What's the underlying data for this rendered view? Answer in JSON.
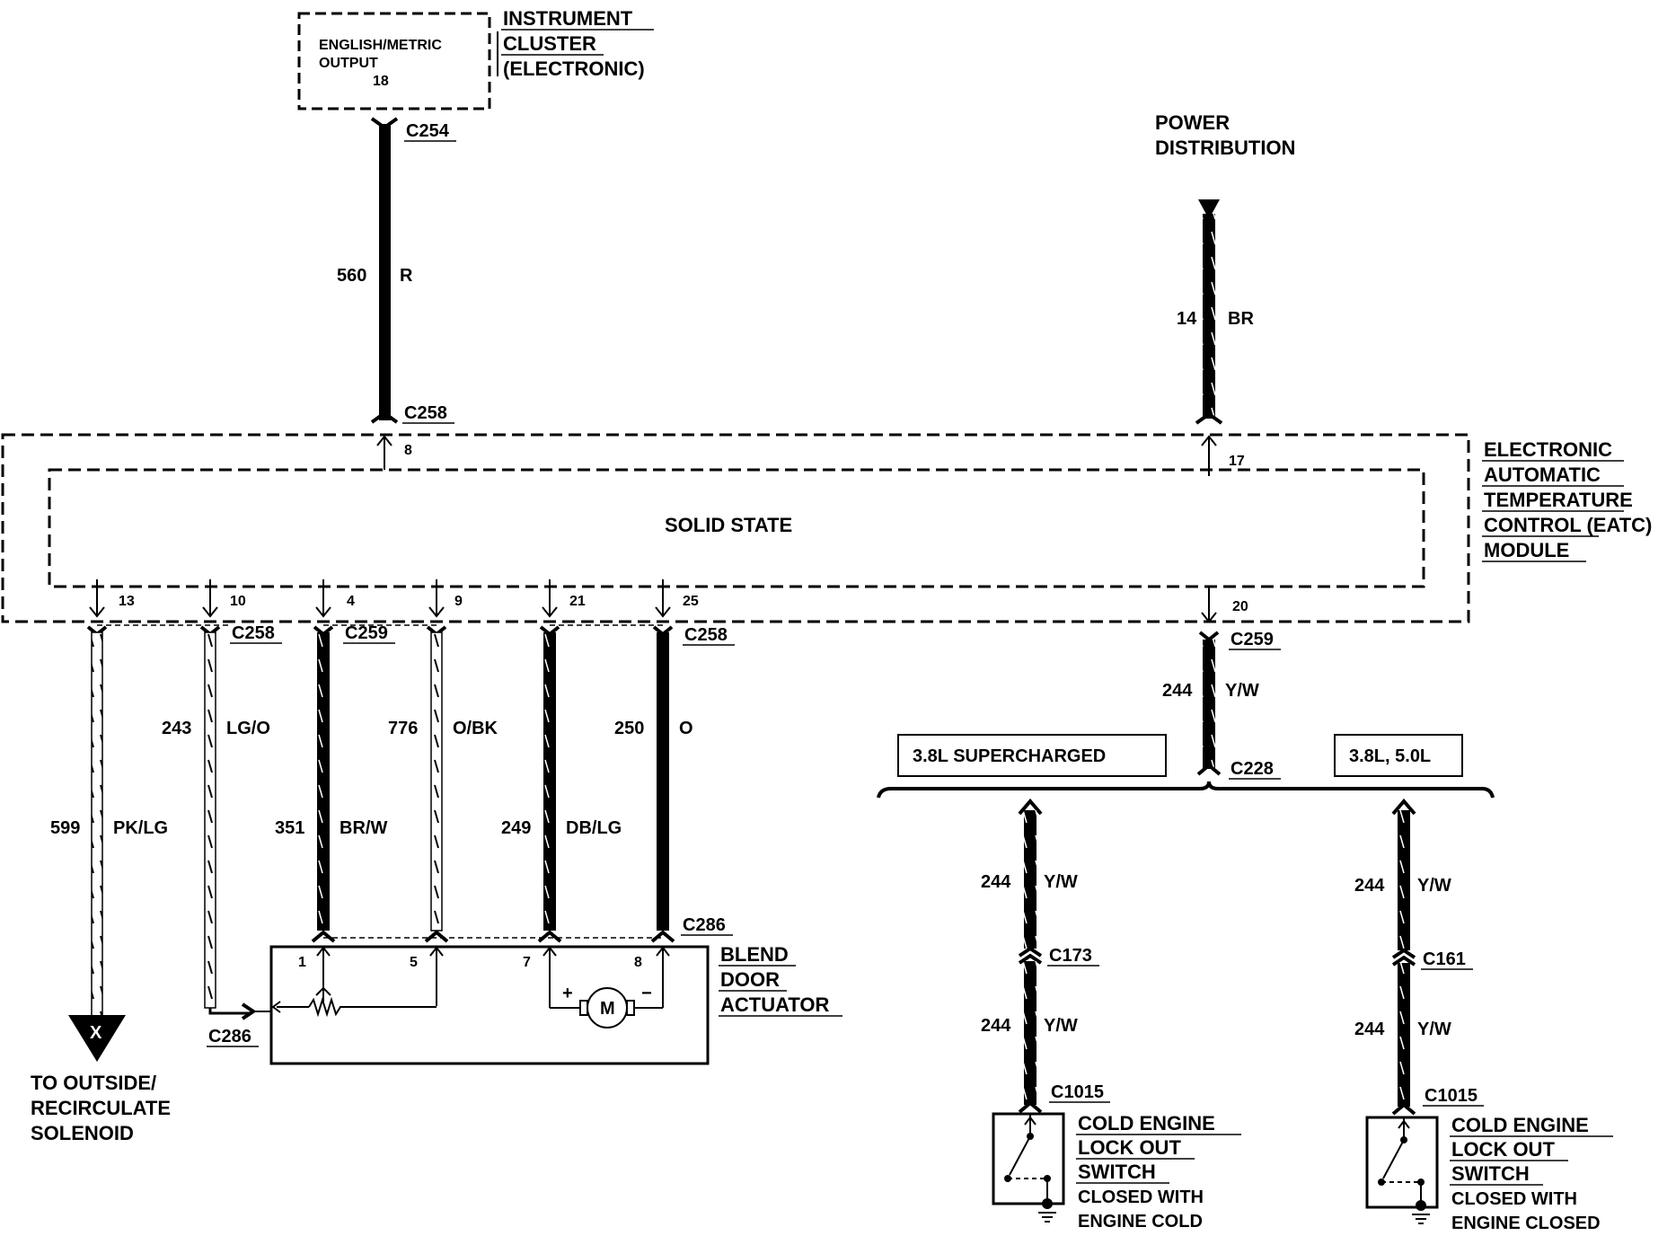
{
  "instrument_cluster": {
    "box_line1": "ENGLISH/METRIC",
    "box_line2": "OUTPUT",
    "pin": "18",
    "title_line1": "INSTRUMENT",
    "title_line2": "CLUSTER",
    "title_line3": "(ELECTRONIC)"
  },
  "power_distribution": {
    "line1": "POWER",
    "line2": "DISTRIBUTION"
  },
  "eatc_module": {
    "inner_label": "SOLID STATE",
    "title_lines": [
      "ELECTRONIC",
      "AUTOMATIC",
      "TEMPERATURE",
      "CONTROL (EATC)",
      "MODULE"
    ],
    "pins": {
      "top_left": "8",
      "top_right": "17",
      "bottom_right": "20",
      "bottom": [
        "13",
        "10",
        "4",
        "9",
        "21",
        "25"
      ]
    }
  },
  "wires": {
    "w560": {
      "circuit": "560",
      "color": "R",
      "top_connector": "C254",
      "bottom_connector": "C258"
    },
    "w14": {
      "circuit": "14",
      "color": "BR"
    },
    "w599": {
      "circuit": "599",
      "color": "PK/LG"
    },
    "w243": {
      "circuit": "243",
      "color": "LG/O",
      "connector": "C258"
    },
    "w351": {
      "circuit": "351",
      "color": "BR/W",
      "connector": "C259"
    },
    "w776": {
      "circuit": "776",
      "color": "O/BK"
    },
    "w249": {
      "circuit": "249",
      "color": "DB/LG"
    },
    "w250": {
      "circuit": "250",
      "color": "O",
      "connector": "C258"
    },
    "w244_main": {
      "circuit": "244",
      "color": "Y/W",
      "top_connector": "C259",
      "bottom_connector": "C228"
    },
    "w244_sc_upper": {
      "circuit": "244",
      "color": "Y/W",
      "connector": "C173"
    },
    "w244_sc_lower": {
      "circuit": "244",
      "color": "Y/W",
      "connector": "C1015"
    },
    "w244_v8_upper": {
      "circuit": "244",
      "color": "Y/W",
      "connector": "C161"
    },
    "w244_v8_lower": {
      "circuit": "244",
      "color": "Y/W",
      "connector": "C1015"
    }
  },
  "blend_door_actuator": {
    "title_lines": [
      "BLEND",
      "DOOR",
      "ACTUATOR"
    ],
    "pins": [
      "1",
      "5",
      "7",
      "8"
    ],
    "motor": "M",
    "plus": "+",
    "minus": "−",
    "top_connector": "C286",
    "side_connector": "C286"
  },
  "solenoid": {
    "symbol": "X",
    "lines": [
      "TO OUTSIDE/",
      "RECIRCULATE",
      "SOLENOID"
    ]
  },
  "variants": {
    "left": "3.8L SUPERCHARGED",
    "right": "3.8L, 5.0L"
  },
  "switch_left": {
    "lines": [
      "COLD ENGINE",
      "LOCK OUT",
      "SWITCH",
      "CLOSED WITH",
      "ENGINE COLD"
    ]
  },
  "switch_right": {
    "lines": [
      "COLD ENGINE",
      "LOCK OUT",
      "SWITCH",
      "CLOSED WITH",
      "ENGINE CLOSED"
    ]
  },
  "colors": {
    "ink": "#000000",
    "paper": "#ffffff"
  }
}
